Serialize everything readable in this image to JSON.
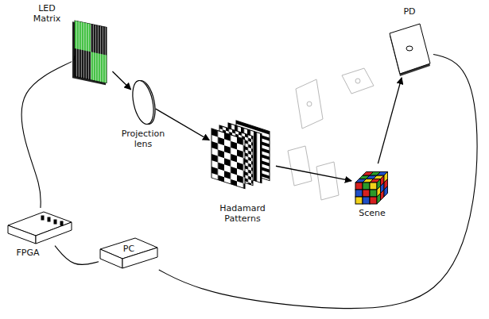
{
  "diagram": {
    "nodes": [
      {
        "text": [
          "LED Matrix"
        ]
      },
      {
        "text": [
          "Projection lens"
        ]
      },
      {
        "text": [
          "Hadamard Patterns"
        ]
      },
      {
        "text": [
          "Scene"
        ]
      },
      {
        "text": [
          "PD"
        ]
      },
      {
        "text": [
          "FPGA"
        ]
      },
      {
        "text": [
          "PC"
        ]
      }
    ],
    "edges": [
      {
        "from": 0,
        "to": 1,
        "arrow": "to"
      },
      {
        "from": 1,
        "to": 2,
        "arrow": "to"
      },
      {
        "from": 2,
        "to": 3,
        "arrow": "to"
      },
      {
        "from": 3,
        "to": 4,
        "arrow": "to"
      },
      {
        "from": 5,
        "to": 0,
        "arrow": "none"
      },
      {
        "from": 5,
        "to": 6,
        "arrow": "none"
      },
      {
        "from": 6,
        "to": 4,
        "arrow": "none"
      }
    ]
  }
}
